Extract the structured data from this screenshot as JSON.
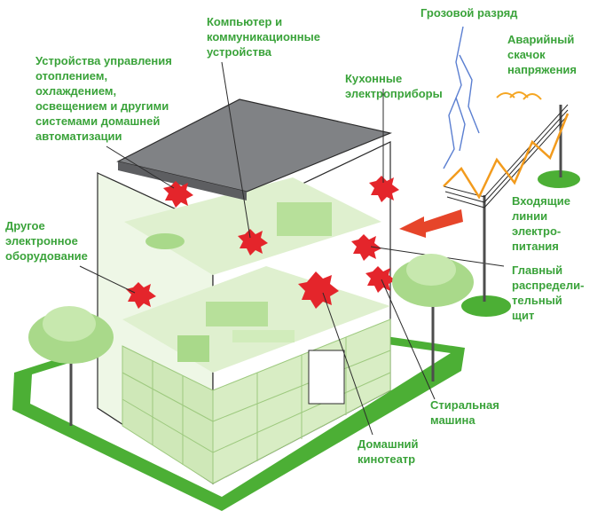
{
  "labels": {
    "lightning": "Грозовой разряд",
    "surge": "Аварийный\nскачок\nнапряжения",
    "computer": "Компьютер и\nкоммуникационные\nустройства",
    "automation": "Устройства управления\nотоплением,\nохлаждением,\nосвещением и другими\nсистемами домашней\nавтоматизации",
    "kitchen": "Кухонные\nэлектроприборы",
    "other": "Другое\nэлектронное\nоборудование",
    "incoming": "Входящие\nлинии\nэлектро-\nпитания",
    "panel": "Главный\nраспредели-\nтельный\nщит",
    "washer": "Стиральная\nмашина",
    "theater": "Домашний\nкинотеатр"
  },
  "colors": {
    "label_text": "#3aa33a",
    "lawn": "#4caf35",
    "wall_light": "#eef7e6",
    "roof": "#808285",
    "spark": "#e4252b",
    "surge_line": "#f29b1d",
    "lightning": "#5b7fd1",
    "arrow": "#e6452a"
  }
}
